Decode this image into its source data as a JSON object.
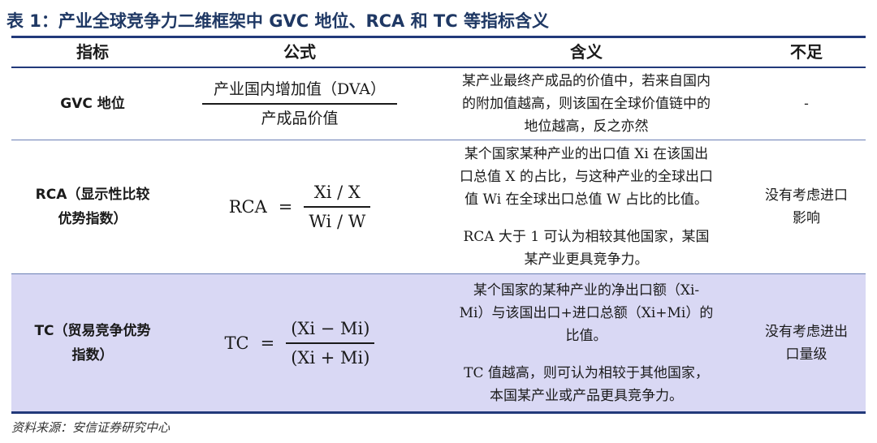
{
  "title": "表 1：产业全球竞争力二维框架中 GVC 地位、RCA 和 TC 等指标含义",
  "headers": [
    "指标",
    "公式",
    "含义",
    "不足"
  ],
  "rows": [
    {
      "indicator": [
        "GVC 地位"
      ],
      "formula": {
        "numerator": "产业国内增加值（DVA）",
        "denominator": "产成品价值"
      },
      "meaning": [
        "某产业最终产成品的价值中，若来自国内",
        "的附加值越高，则该国在全球价值链中的",
        "地位越高，反之亦然"
      ],
      "meaning_extra": [],
      "limitation": [
        "-"
      ]
    },
    {
      "indicator": [
        "RCA（显示性比较",
        "优势指数）"
      ],
      "formula": {
        "lhs": "RCA",
        "eq": "=",
        "numerator": "Xi / X",
        "denominator": "Wi / W"
      },
      "meaning": [
        "某个国家某种产业的出口值 Xi 在该国出",
        "口总值 X 的占比，与这种产业的全球出口",
        "值 Wi 在全球出口总值 W 占比的比值。"
      ],
      "meaning_extra": [
        "RCA 大于 1 可认为相较其他国家，某国",
        "某产业更具竞争力。"
      ],
      "limitation": [
        "没有考虑进口",
        "影响"
      ]
    },
    {
      "indicator": [
        "TC（贸易竞争优势",
        "指数）"
      ],
      "formula": {
        "lhs": "TC",
        "eq": "=",
        "numerator": "(Xi − Mi)",
        "denominator": "(Xi + Mi)"
      },
      "meaning": [
        "某个国家的某种产业的净出口额（Xi-",
        "Mi）与该国出口+进口总额（Xi+Mi）的",
        "比值。"
      ],
      "meaning_extra": [
        "TC 值越高，则可认为相较于其他国家，",
        "本国某产业或产品更具竞争力。"
      ],
      "limitation": [
        "没有考虑进出",
        "口量级"
      ]
    }
  ],
  "source": "资料来源：安信证券研究中心",
  "colors": {
    "accent": "#22397a",
    "title": "#1f3864",
    "tc_row_bg": "#d9d8f4"
  }
}
